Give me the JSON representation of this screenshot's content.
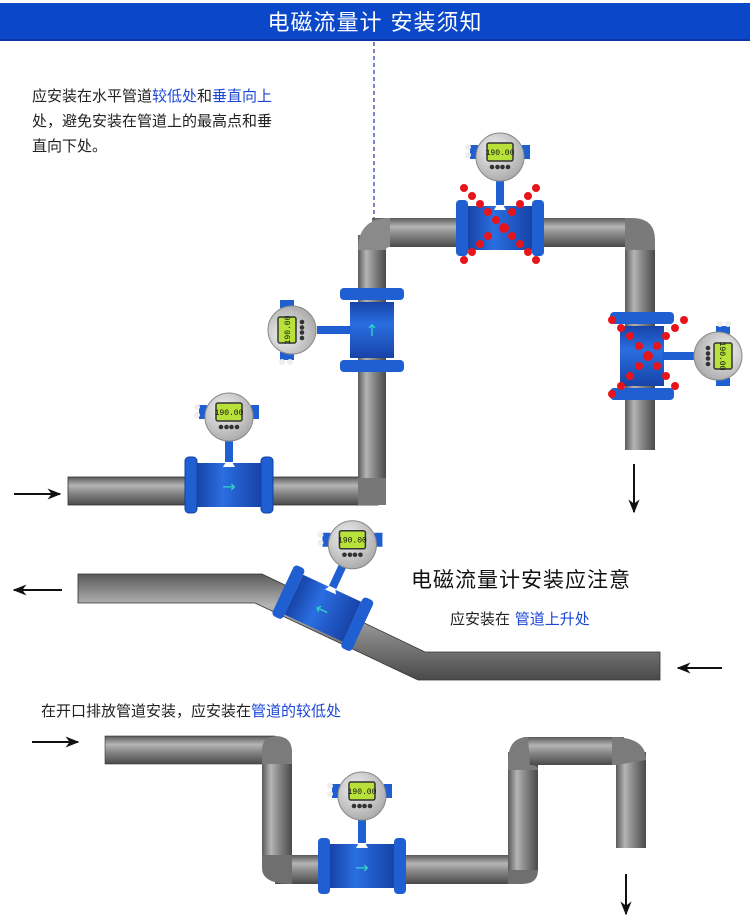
{
  "header": {
    "title": "电磁流量计 安装须知"
  },
  "colors": {
    "header_bg": "#0a47c9",
    "accent_text": "#1c47d6",
    "warning_dot": "#e8141b",
    "meter_blue": "#1f5fd1",
    "pipe_gray": "#7a7a7a",
    "flow_arrow": "#2fd6c4"
  },
  "section1": {
    "line1_a": "应安装在水平管道",
    "line1_b": "较低处",
    "line1_c": "和",
    "line1_d": "垂直向上",
    "line2": "处，避免安装在管道上的最高点和垂",
    "line3": "直向下处。"
  },
  "section2": {
    "title": "电磁流量计安装应注意",
    "sub_a": "应安装在",
    "sub_b": "管道上升处"
  },
  "section3": {
    "text_a": "在开口排放管道安装，应安装在",
    "text_b": "管道的较低处"
  },
  "meters": [
    {
      "id": "horizontal-low",
      "display": "190.00",
      "flow": "right",
      "status": "recommended"
    },
    {
      "id": "vertical-up",
      "display": "190.00",
      "flow": "up",
      "status": "recommended"
    },
    {
      "id": "top-highest",
      "display": "190.00",
      "flow": "right",
      "status": "not-recommended"
    },
    {
      "id": "vertical-down",
      "display": "190.00",
      "flow": "down",
      "status": "not-recommended"
    },
    {
      "id": "incline-rising",
      "display": "190.00",
      "flow": "left",
      "status": "recommended"
    },
    {
      "id": "open-drain-low",
      "display": "190.00",
      "flow": "right",
      "status": "recommended"
    }
  ],
  "flow_arrows": [
    {
      "id": "inlet-1",
      "direction": "right"
    },
    {
      "id": "outlet-1",
      "direction": "down"
    },
    {
      "id": "outlet-2",
      "direction": "left"
    },
    {
      "id": "inlet-2",
      "direction": "left"
    },
    {
      "id": "inlet-3",
      "direction": "right"
    },
    {
      "id": "outlet-3",
      "direction": "down"
    }
  ]
}
